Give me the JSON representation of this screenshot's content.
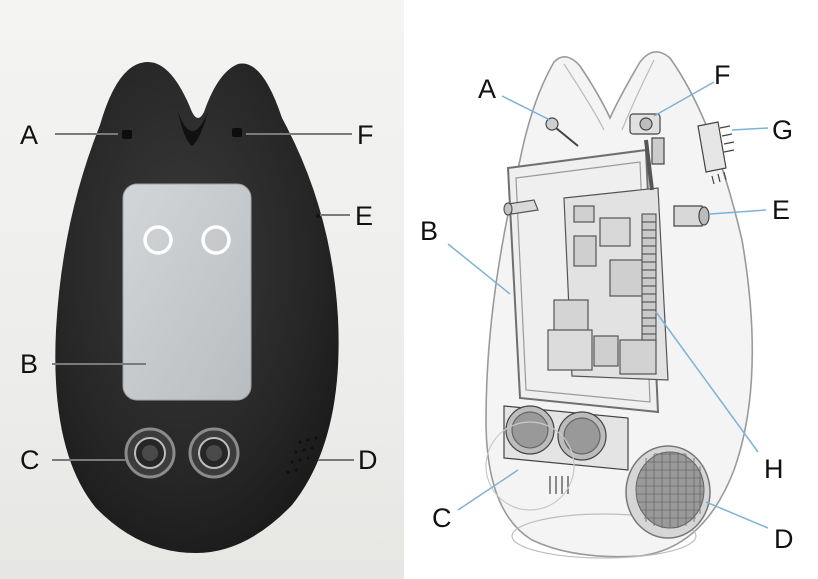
{
  "photo_labels": {
    "a": "A",
    "f": "F",
    "e": "E",
    "b": "B",
    "c": "C",
    "d": "D"
  },
  "drawing_labels": {
    "a": "A",
    "f": "F",
    "g": "G",
    "e": "E",
    "b": "B",
    "h": "H",
    "c": "C",
    "d": "D"
  },
  "colors": {
    "robot_body": "#2b2b2b",
    "screen": "#c8cccf",
    "eye_ring": "#ffffff",
    "leader_photo": "#7a7a7a",
    "leader_drawing": "#7fb2d6",
    "outline": "#9a9a9a"
  }
}
